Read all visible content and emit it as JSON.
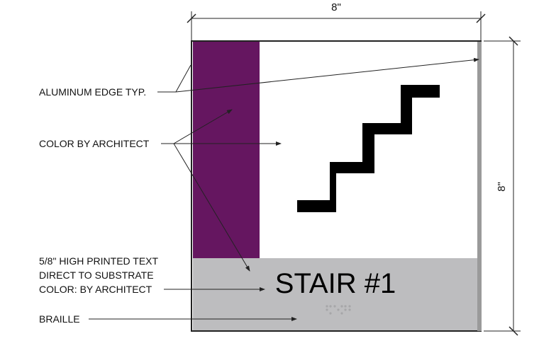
{
  "dimensions": {
    "width_label": "8\"",
    "height_label": "8\""
  },
  "callouts": {
    "aluminum_edge": "ALUMINUM EDGE TYP.",
    "color_by_architect": "COLOR BY ARCHITECT",
    "printed_text_line1": "5/8\" HIGH PRINTED TEXT",
    "printed_text_line2": "DIRECT TO SUBSTRATE",
    "printed_text_line3": "COLOR: BY ARCHITECT",
    "braille": "BRAILLE"
  },
  "sign": {
    "text": "STAIR #1",
    "accent_color": "#651660",
    "panel_color": "#bdbdbf",
    "edge_color": "#9a9a9a",
    "icon": "stair-icon"
  }
}
